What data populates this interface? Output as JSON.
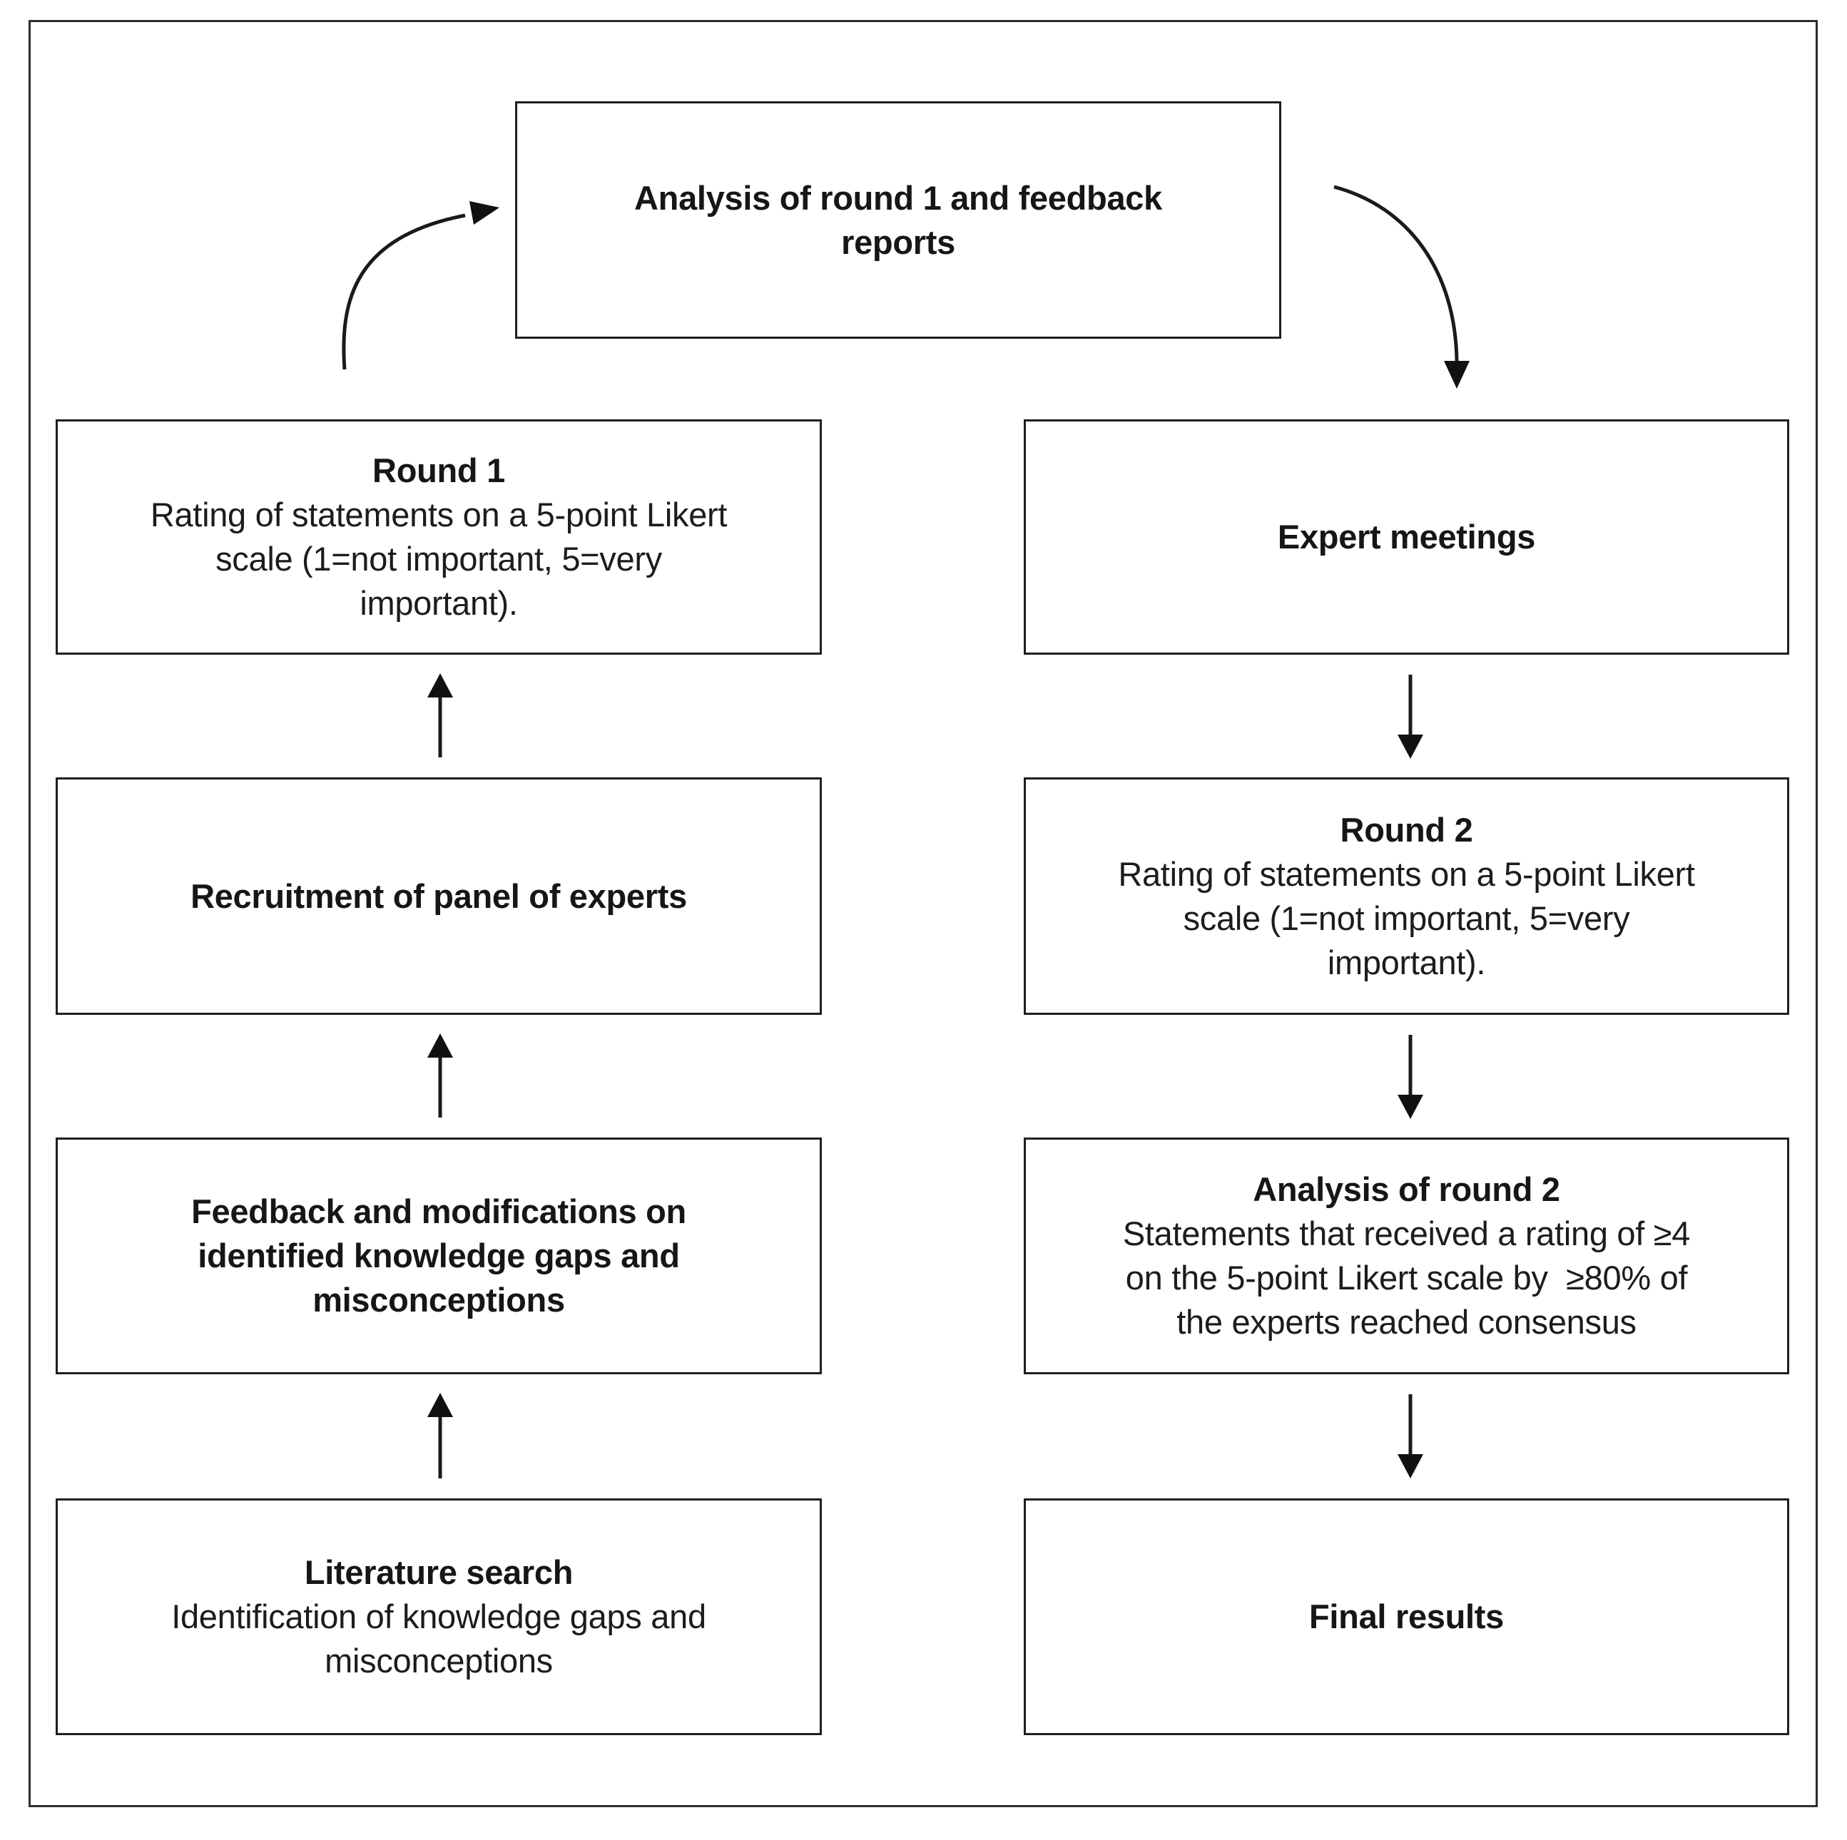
{
  "colors": {
    "background": "#ffffff",
    "box_border": "#1f1f1f",
    "outer_border": "#2e2e2e",
    "text": "#161616",
    "arrow": "#1a1a1a"
  },
  "flow": {
    "top_box": {
      "title": "Analysis of round 1 and feedback\nreports"
    },
    "left_column": [
      {
        "title": "Round 1",
        "body": "Rating of statements on a 5-point Likert\nscale (1=not important, 5=very\nimportant)."
      },
      {
        "title": "Recruitment of panel of experts",
        "body": ""
      },
      {
        "title": "Feedback and modifications on\nidentified knowledge gaps and\nmisconceptions",
        "body": ""
      },
      {
        "title": "Literature search",
        "body": "Identification of knowledge gaps and\nmisconceptions"
      }
    ],
    "right_column": [
      {
        "title": "Expert meetings",
        "body": ""
      },
      {
        "title": "Round 2",
        "body": "Rating of statements on a 5-point Likert\nscale (1=not important, 5=very\nimportant)."
      },
      {
        "title": "Analysis of round 2",
        "body": "Statements that received a rating of ≥4\non the 5-point Likert scale by  ≥80% of\nthe experts reached consensus"
      },
      {
        "title": "Final results",
        "body": ""
      }
    ]
  }
}
